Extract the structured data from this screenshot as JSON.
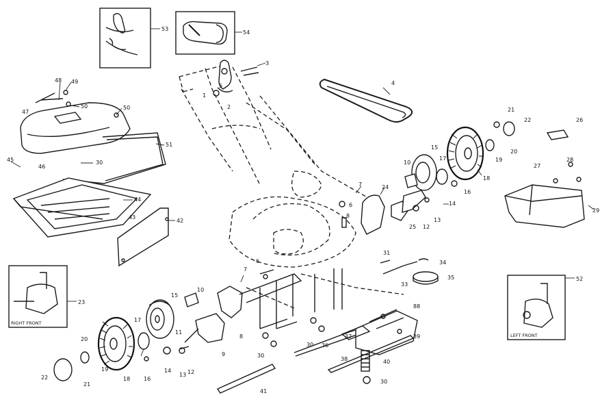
{
  "callouts": {
    "c1": "1",
    "c2": "2",
    "c3": "3",
    "c4": "4",
    "c5": "5",
    "c6": "6",
    "c7": "7",
    "c8": "8",
    "c9": "9",
    "c10": "10",
    "c12": "12",
    "c13": "13",
    "c14": "14",
    "c15": "15",
    "c16": "16",
    "c17": "17",
    "c18": "18",
    "c19": "19",
    "c20": "20",
    "c21": "21",
    "c22": "22",
    "c23": "23",
    "c24": "24",
    "c25": "25",
    "c26": "26",
    "c27": "27",
    "c28": "28",
    "c29": "29",
    "c30": "30",
    "c31": "31",
    "c33": "33",
    "c34": "34",
    "c35": "35",
    "c36": "36",
    "c37": "37",
    "c38": "38",
    "c39": "39",
    "c40": "40",
    "c41": "41",
    "c42": "42",
    "c43": "43",
    "c44": "44",
    "c45": "45",
    "c46": "46",
    "c47": "47",
    "c48": "48",
    "c49": "49",
    "c50": "50",
    "c51": "51",
    "c52": "52",
    "c53": "53",
    "c54": "54",
    "c88": "88",
    "c11": "11"
  },
  "insets": {
    "right_front": "RIGHT FRONT",
    "left_front": "LEFT FRONT"
  }
}
